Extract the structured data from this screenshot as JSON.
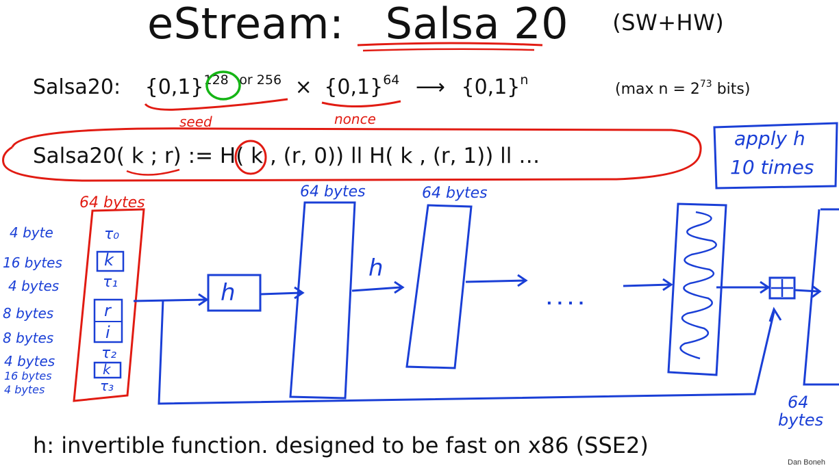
{
  "slide": {
    "title": "eStream:",
    "title_highlight": "Salsa 20",
    "title_note": "(SW+HW)",
    "def_label": "Salsa20:",
    "def_seed_set": "{0,1}",
    "def_seed_exp": "128",
    "def_seed_alt": "or 256",
    "def_times": "×",
    "def_nonce_set": "{0,1}",
    "def_nonce_exp": "64",
    "def_arrow": "⟶",
    "def_out_set": "{0,1}",
    "def_out_exp": "n",
    "max_note_pre": "(max n = 2",
    "max_note_exp": "73",
    "max_note_post": " bits)",
    "construction": "Salsa20( k ; r)   :=  H( k , (r, 0))   ll   H( k , (r, 1))   ll …",
    "bottom_text": "h:  invertible function.    designed to be fast on x86   (SSE2)",
    "credit": "Dan Boneh"
  },
  "annotations": {
    "seed": "seed",
    "nonce": "nonce",
    "apply_line1": "apply h",
    "apply_line2": "10 times",
    "input_block_size": "64 bytes",
    "block2_size": "64 bytes",
    "block3_size": "64 bytes",
    "output_size_line1": "64",
    "output_size_line2": "bytes",
    "h_box": "h",
    "h_arrow": "h",
    "dots": ". . . .",
    "plus": "+"
  },
  "input_block": {
    "rows": [
      {
        "size": "4 byte",
        "cell": "τ₀"
      },
      {
        "size": "16 bytes",
        "cell": "k"
      },
      {
        "size": "4 bytes",
        "cell": "τ₁"
      },
      {
        "size": "8 bytes",
        "cell": "r"
      },
      {
        "size": "8 bytes",
        "cell": "i"
      },
      {
        "size": "4 bytes",
        "cell": "τ₂"
      },
      {
        "size": "16 bytes",
        "cell": "k"
      },
      {
        "size": "4 bytes",
        "cell": "τ₃"
      }
    ]
  },
  "colors": {
    "blue_ink": "#1a3fd6",
    "red_ink": "#e11b12",
    "green_ink": "#16b516"
  }
}
